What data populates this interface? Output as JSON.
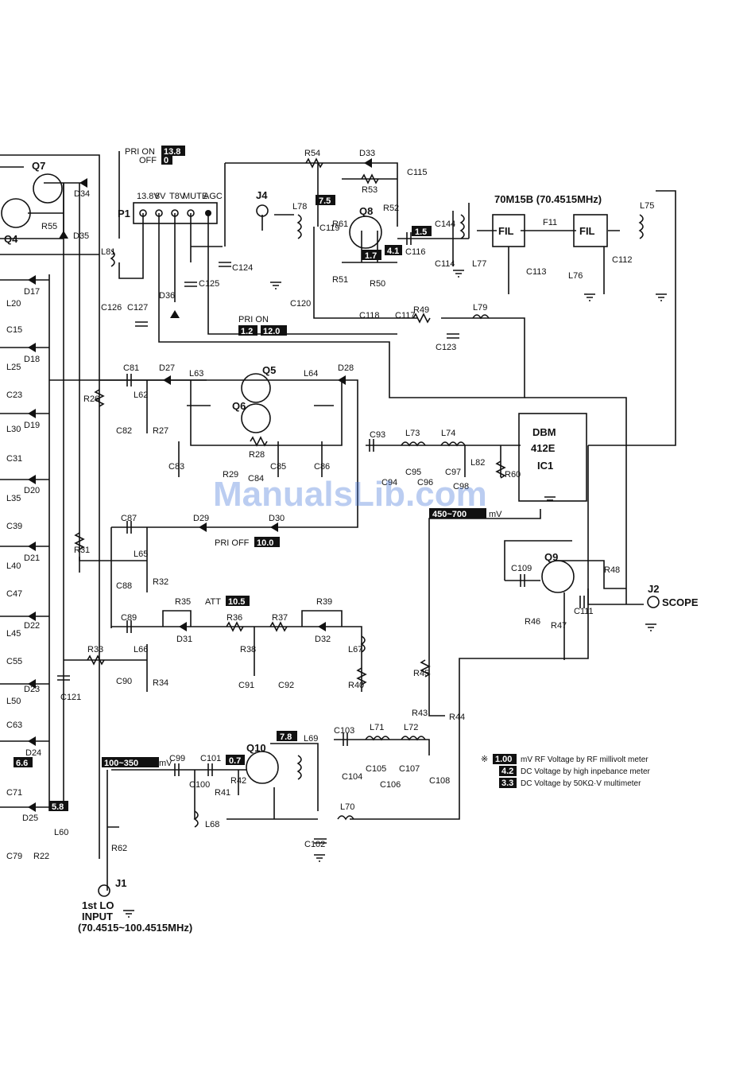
{
  "labels": {
    "pri_on_138": "PRI ON",
    "v138": "13.8",
    "off_0": "OFF",
    "v0": "0",
    "q7": "Q7",
    "q4": "Q4",
    "r55": "R55",
    "d34": "D34",
    "d35": "D35",
    "p1": "P1",
    "p1_138v": "13.8V",
    "p1_8v": "8V",
    "p1_t8v": "T8V",
    "p1_mute": "MUTE",
    "p1_agc": "AGC",
    "l81": "L81",
    "c126": "C126",
    "c127": "C127",
    "d36": "D36",
    "c125": "C125",
    "c124": "C124",
    "r54": "R54",
    "d33": "D33",
    "c115": "C115",
    "r53": "R53",
    "r52": "R52",
    "j4": "J4",
    "l78": "L78",
    "v75": "7.5",
    "c119": "C119",
    "r61": "R61",
    "q8": "Q8",
    "v15": "1.5",
    "v17": "1.7",
    "v41": "4.1",
    "c116": "C116",
    "c144": "C144",
    "c114": "C114",
    "l77": "L77",
    "xtal": "70M15B (70.4515MHz)",
    "fil1": "FIL",
    "fil2": "FIL",
    "f11": "F11",
    "c113": "C113",
    "l76": "L76",
    "c112": "C112",
    "l75": "L75",
    "c120": "C120",
    "r51": "R51",
    "r50": "R50",
    "c118": "C118",
    "c117": "C117",
    "r49": "R49",
    "l79": "L79",
    "c123": "C123",
    "pri_on2": "PRI ON",
    "v12": "1.2",
    "v120": "12.0",
    "l20": "L20",
    "d17": "D17",
    "c15": "C15",
    "l25": "L25",
    "d18": "D18",
    "c23": "C23",
    "l30": "L30",
    "d19": "D19",
    "c31": "C31",
    "l35": "L35",
    "d20": "D20",
    "c39": "C39",
    "l40": "L40",
    "d21": "D21",
    "c47": "C47",
    "l45": "L45",
    "d22": "D22",
    "c55": "C55",
    "l50": "L50",
    "d23": "D23",
    "c63": "C63",
    "d24": "D24",
    "v66": "6.6",
    "c71": "C71",
    "d25": "D25",
    "v58": "5.8",
    "l60": "L60",
    "c79": "C79",
    "r22": "R22",
    "r26": "R26",
    "c81": "C81",
    "d27": "D27",
    "l62": "L62",
    "c82": "C82",
    "r27": "R27",
    "l63": "L63",
    "q5": "Q5",
    "q6": "Q6",
    "l64": "L64",
    "d28": "D28",
    "r28": "R28",
    "c83": "C83",
    "c84": "C84",
    "c85": "C85",
    "c86": "C86",
    "r29": "R29",
    "c93": "C93",
    "l73": "L73",
    "l74": "L74",
    "c94": "C94",
    "c95": "C95",
    "c96": "C96",
    "c97": "C97",
    "c98": "C98",
    "l82": "L82",
    "r60": "R60",
    "dbm1": "DBM",
    "dbm2": "412E",
    "ic1": "IC1",
    "v450": "450~700",
    "mv": "mV",
    "c87": "C87",
    "d29": "D29",
    "d30": "D30",
    "pri_off": "PRI OFF",
    "v100": "10.0",
    "r31": "R31",
    "l65": "L65",
    "c88": "C88",
    "r32": "R32",
    "c109": "C109",
    "q9": "Q9",
    "r48": "R48",
    "r46": "R46",
    "r47": "R47",
    "c111": "C111",
    "j2": "J2",
    "scope": "SCOPE",
    "r35": "R35",
    "att": "ATT",
    "v105": "10.5",
    "r39": "R39",
    "c89": "C89",
    "d31": "D31",
    "r36": "R36",
    "r37": "R37",
    "d32": "D32",
    "l66": "L66",
    "r38": "R38",
    "l67": "L67",
    "r33": "R33",
    "c90": "C90",
    "r34": "R34",
    "c121": "C121",
    "c91": "C91",
    "c92": "C92",
    "r40": "R40",
    "r45": "R45",
    "r43": "R43",
    "r44": "R44",
    "v78": "7.8",
    "l69": "L69",
    "c103": "C103",
    "l71": "L71",
    "l72": "L72",
    "q10": "Q10",
    "v100350": "100~350",
    "c99": "C99",
    "c101": "C101",
    "v07": "0.7",
    "c104": "C104",
    "c105": "C105",
    "c106": "C106",
    "c107": "C107",
    "c108": "C108",
    "c100": "C100",
    "r41": "R41",
    "r42": "R42",
    "l68": "L68",
    "l70": "L70",
    "c102": "C102",
    "r62": "R62",
    "j1": "J1",
    "lo1": "1st LO",
    "lo2": "INPUT",
    "lo3": "(70.4515~100.4515MHz)"
  },
  "legend": [
    {
      "mark": "※",
      "value": "1.00",
      "text": "mV RF Voltage by RF millivolt meter"
    },
    {
      "value": "4.2",
      "text": "DC Voltage by high inpebance meter"
    },
    {
      "value": "3.3",
      "text": "DC Voltage by 50KΩ·V multimeter"
    }
  ],
  "watermark": "ManualsLib.com"
}
